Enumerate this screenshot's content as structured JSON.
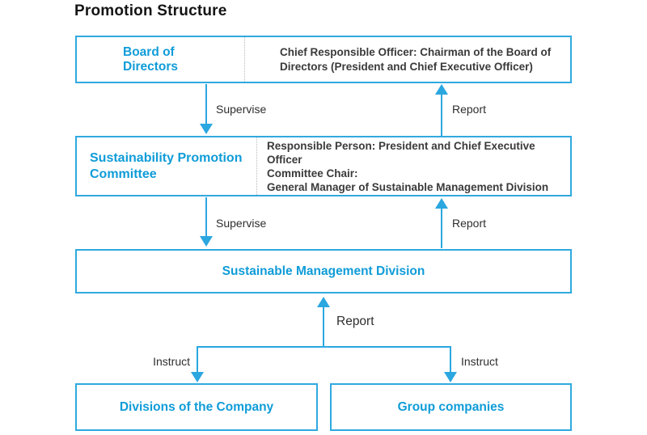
{
  "title": "Promotion Structure",
  "colors": {
    "blue_text": "#0f9cd8",
    "blue_line": "#2ba7e0",
    "dark_text": "#3a3a3a"
  },
  "boxes": {
    "board": {
      "name": "Board of Directors",
      "detail_lines": [
        "Chief Responsible Officer: Chairman of the Board of",
        "Directors (President and Chief Executive Officer)"
      ]
    },
    "committee": {
      "name": "Sustainability Promotion Committee",
      "detail_lines": [
        "Responsible Person: President and Chief Executive Officer",
        "Committee Chair:",
        "General Manager of Sustainable Management Division"
      ]
    },
    "division": {
      "name": "Sustainable Management Division"
    },
    "company_divisions": {
      "name": "Divisions of the Company"
    },
    "group_companies": {
      "name": "Group companies"
    }
  },
  "labels": {
    "supervise_top": "Supervise",
    "report_top": "Report",
    "supervise_mid": "Supervise",
    "report_mid": "Report",
    "report_bottom": "Report",
    "instruct_left": "Instruct",
    "instruct_right": "Instruct"
  }
}
